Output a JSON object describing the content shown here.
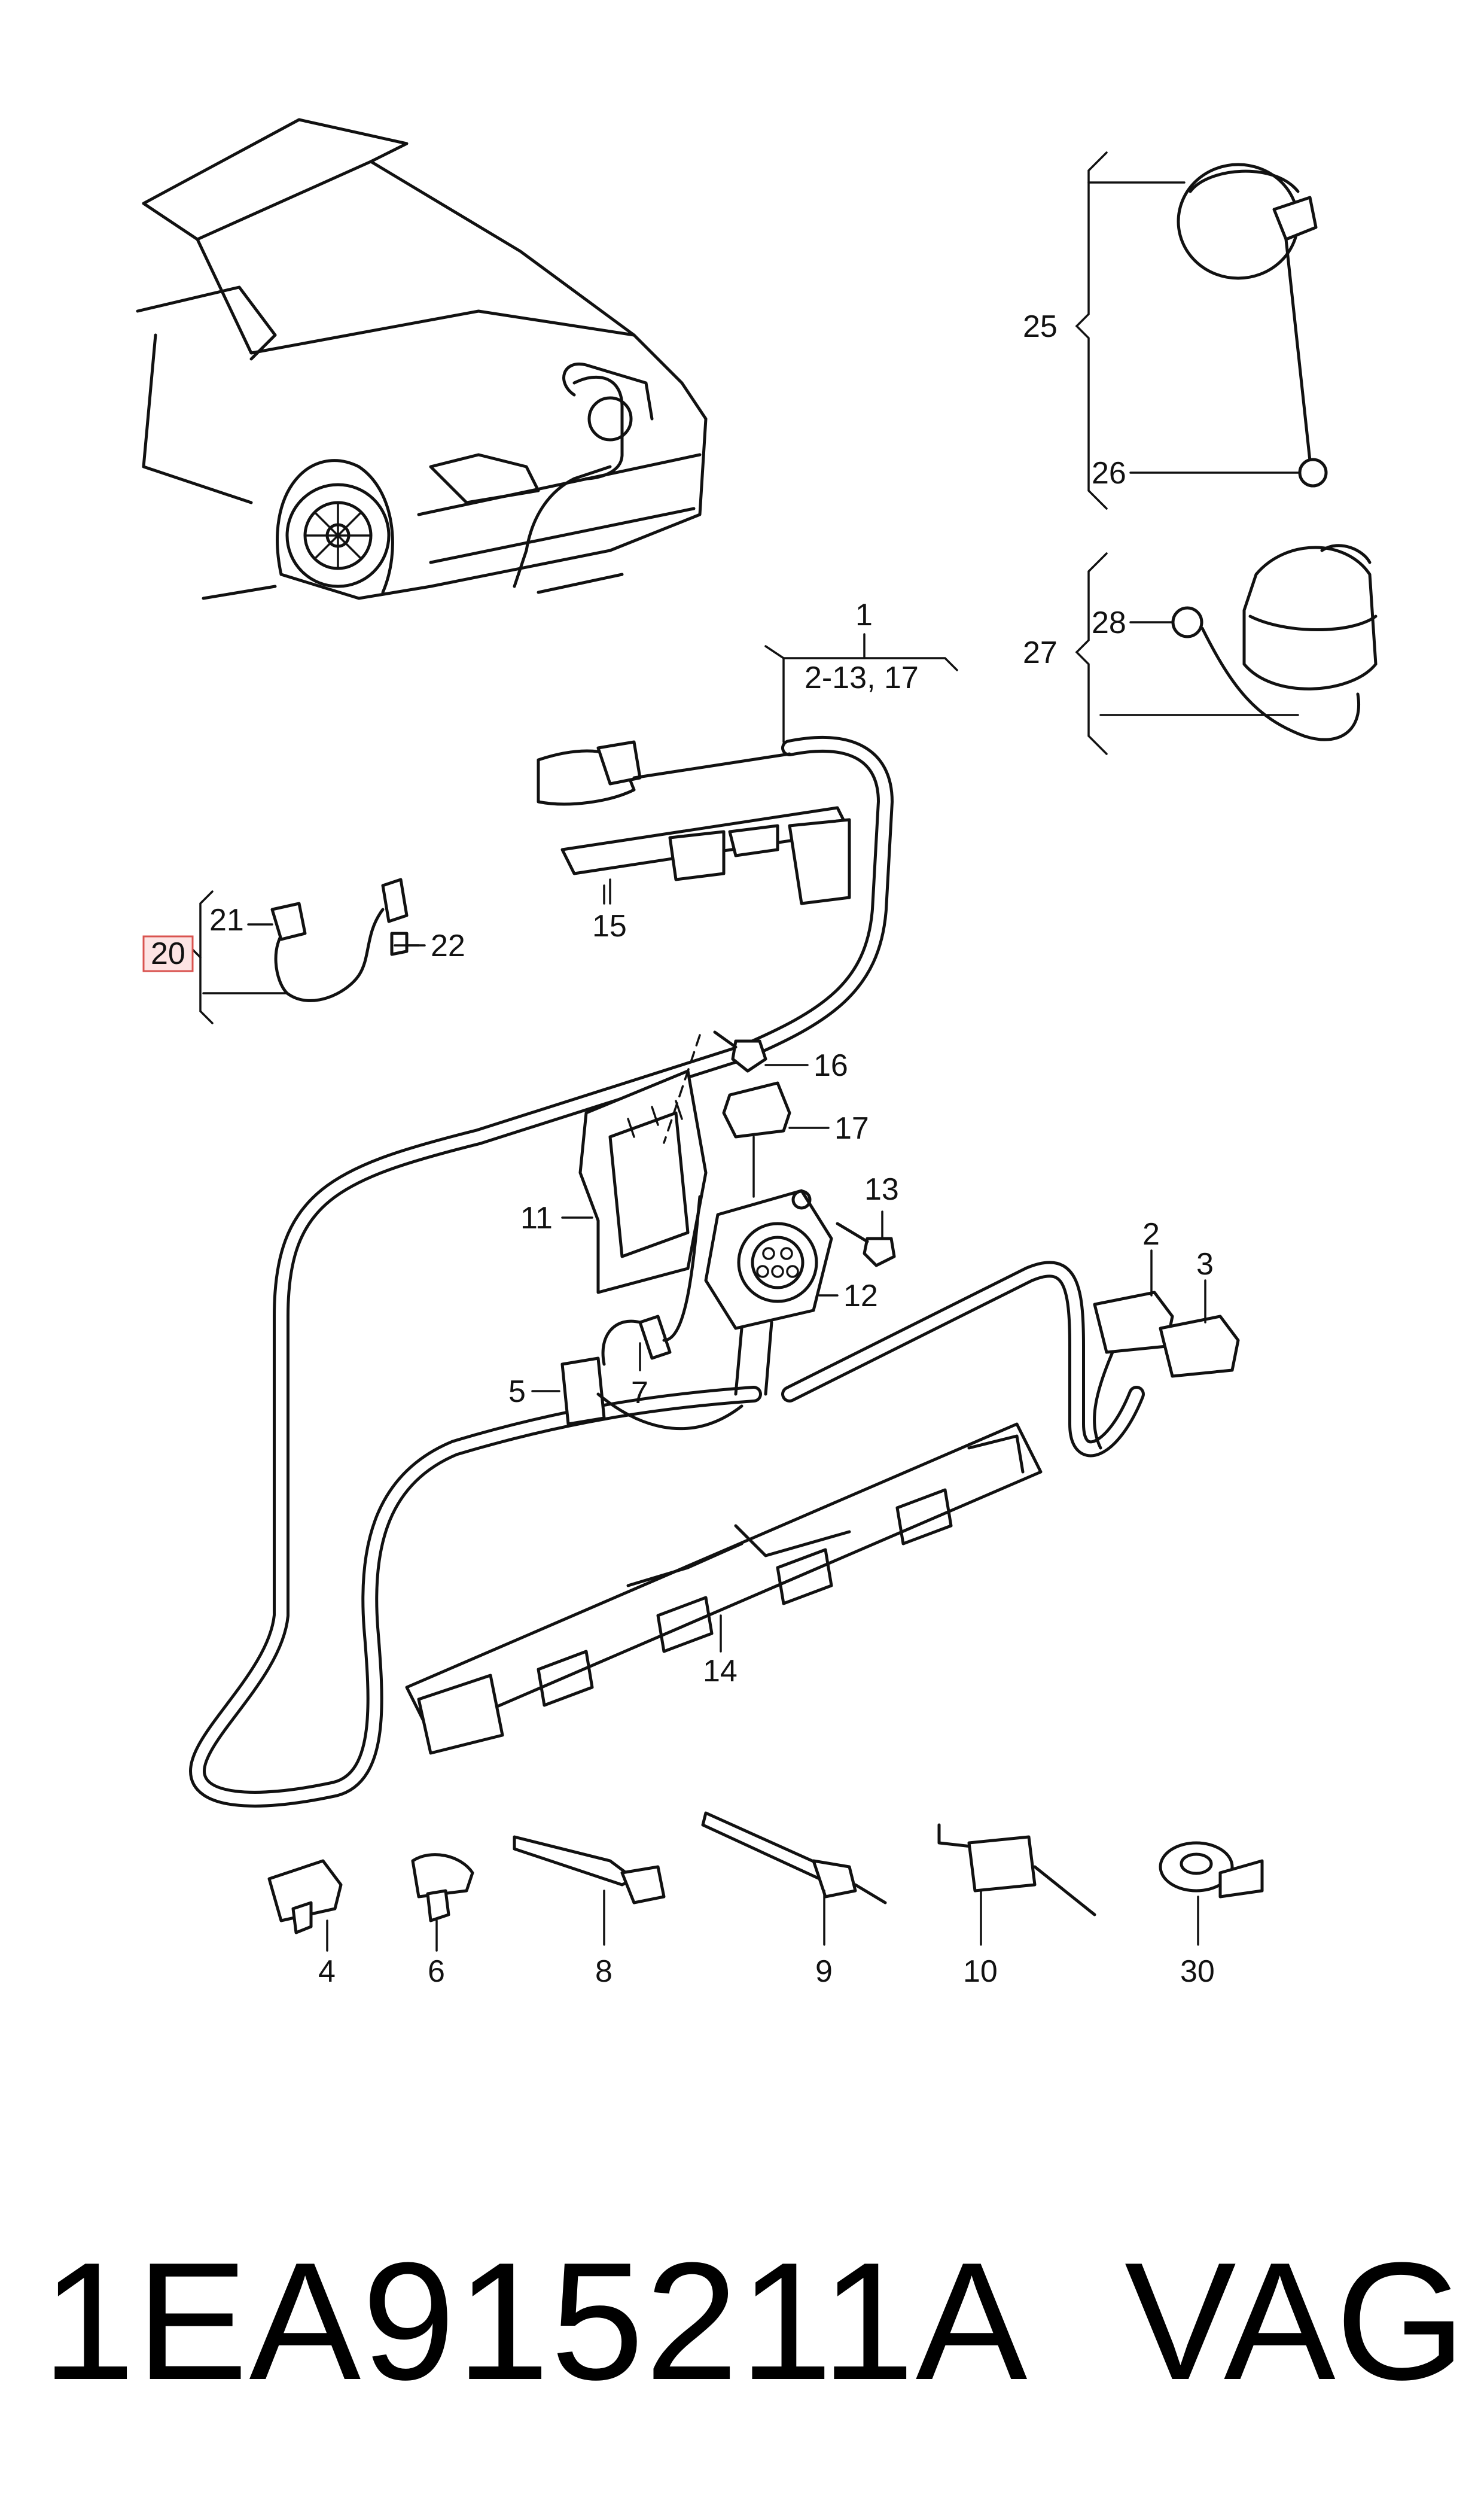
{
  "callouts": {
    "c1": "1",
    "c1_range": "2-13, 17",
    "c2": "2",
    "c3": "3",
    "c4": "4",
    "c5": "5",
    "c6": "6",
    "c7": "7",
    "c8": "8",
    "c9": "9",
    "c10": "10",
    "c11": "11",
    "c12": "12",
    "c13": "13",
    "c14": "14",
    "c15": "15",
    "c16": "16",
    "c17": "17",
    "c20": "20",
    "c21": "21",
    "c22": "22",
    "c25": "25",
    "c26": "26",
    "c27": "27",
    "c28": "28",
    "c30": "30"
  },
  "footer": {
    "part_number": "1EA915211A",
    "brand": "VAG"
  },
  "colors": {
    "line": "#111111",
    "highlight_fill": "#fde4e4",
    "highlight_border": "#d9534f"
  }
}
